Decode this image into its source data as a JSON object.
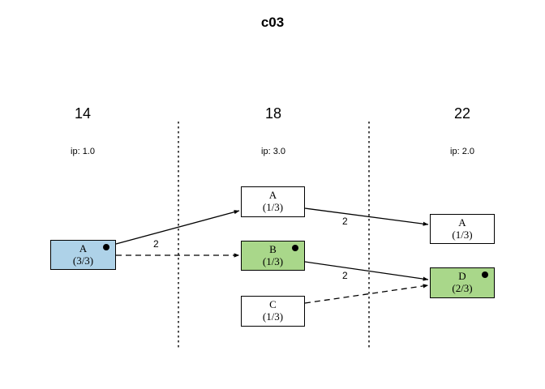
{
  "title": "c03",
  "columns": [
    {
      "time": "14",
      "ip": "ip: 1.0"
    },
    {
      "time": "18",
      "ip": "ip: 3.0"
    },
    {
      "time": "22",
      "ip": "ip: 2.0"
    }
  ],
  "nodes": [
    {
      "id": "n0",
      "label": "A",
      "frac": "(3/3)",
      "color": "#aed2e8",
      "marker": true
    },
    {
      "id": "n1",
      "label": "A",
      "frac": "(1/3)",
      "color": "#ffffff",
      "marker": false
    },
    {
      "id": "n2",
      "label": "B",
      "frac": "(1/3)",
      "color": "#a9d78a",
      "marker": true
    },
    {
      "id": "n3",
      "label": "C",
      "frac": "(1/3)",
      "color": "#ffffff",
      "marker": false
    },
    {
      "id": "n4",
      "label": "A",
      "frac": "(1/3)",
      "color": "#ffffff",
      "marker": false
    },
    {
      "id": "n5",
      "label": "D",
      "frac": "(2/3)",
      "color": "#a9d78a",
      "marker": true
    }
  ],
  "edges": [
    {
      "from": "n0",
      "to": "n1",
      "style": "solid",
      "label": "2"
    },
    {
      "from": "n0",
      "to": "n2",
      "style": "dashed",
      "label": ""
    },
    {
      "from": "n1",
      "to": "n4",
      "style": "solid",
      "label": "2"
    },
    {
      "from": "n2",
      "to": "n5",
      "style": "solid",
      "label": "2"
    },
    {
      "from": "n3",
      "to": "n5",
      "style": "dashed",
      "label": ""
    }
  ],
  "colors": {
    "blue_node": "#aed2e8",
    "green_node": "#a9d78a",
    "white_node": "#ffffff",
    "stroke": "#000000",
    "background": "#ffffff"
  }
}
